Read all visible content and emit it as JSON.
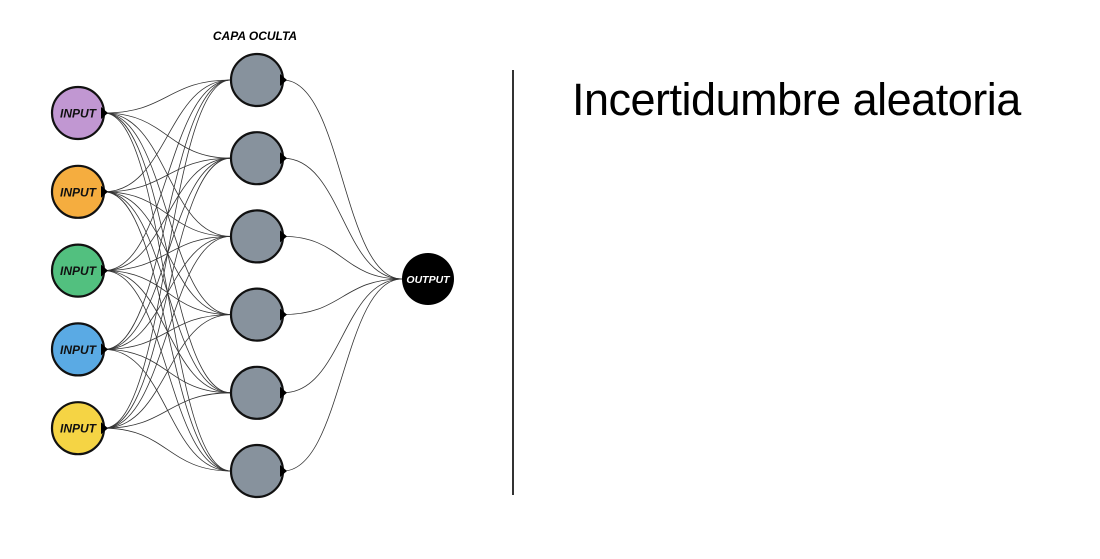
{
  "diagram": {
    "hidden_layer_label": "CAPA OCULTA",
    "inputs": [
      {
        "label": "INPUT",
        "color": "#c197d2"
      },
      {
        "label": "INPUT",
        "color": "#f5ad3f"
      },
      {
        "label": "INPUT",
        "color": "#52c07f"
      },
      {
        "label": "INPUT",
        "color": "#5aaae4"
      },
      {
        "label": "INPUT",
        "color": "#f5d444"
      }
    ],
    "hidden_count": 6,
    "hidden_color": "#87929d",
    "output": {
      "label": "OUTPUT",
      "color": "#000000"
    }
  },
  "title": "Incertidumbre aleatoria"
}
